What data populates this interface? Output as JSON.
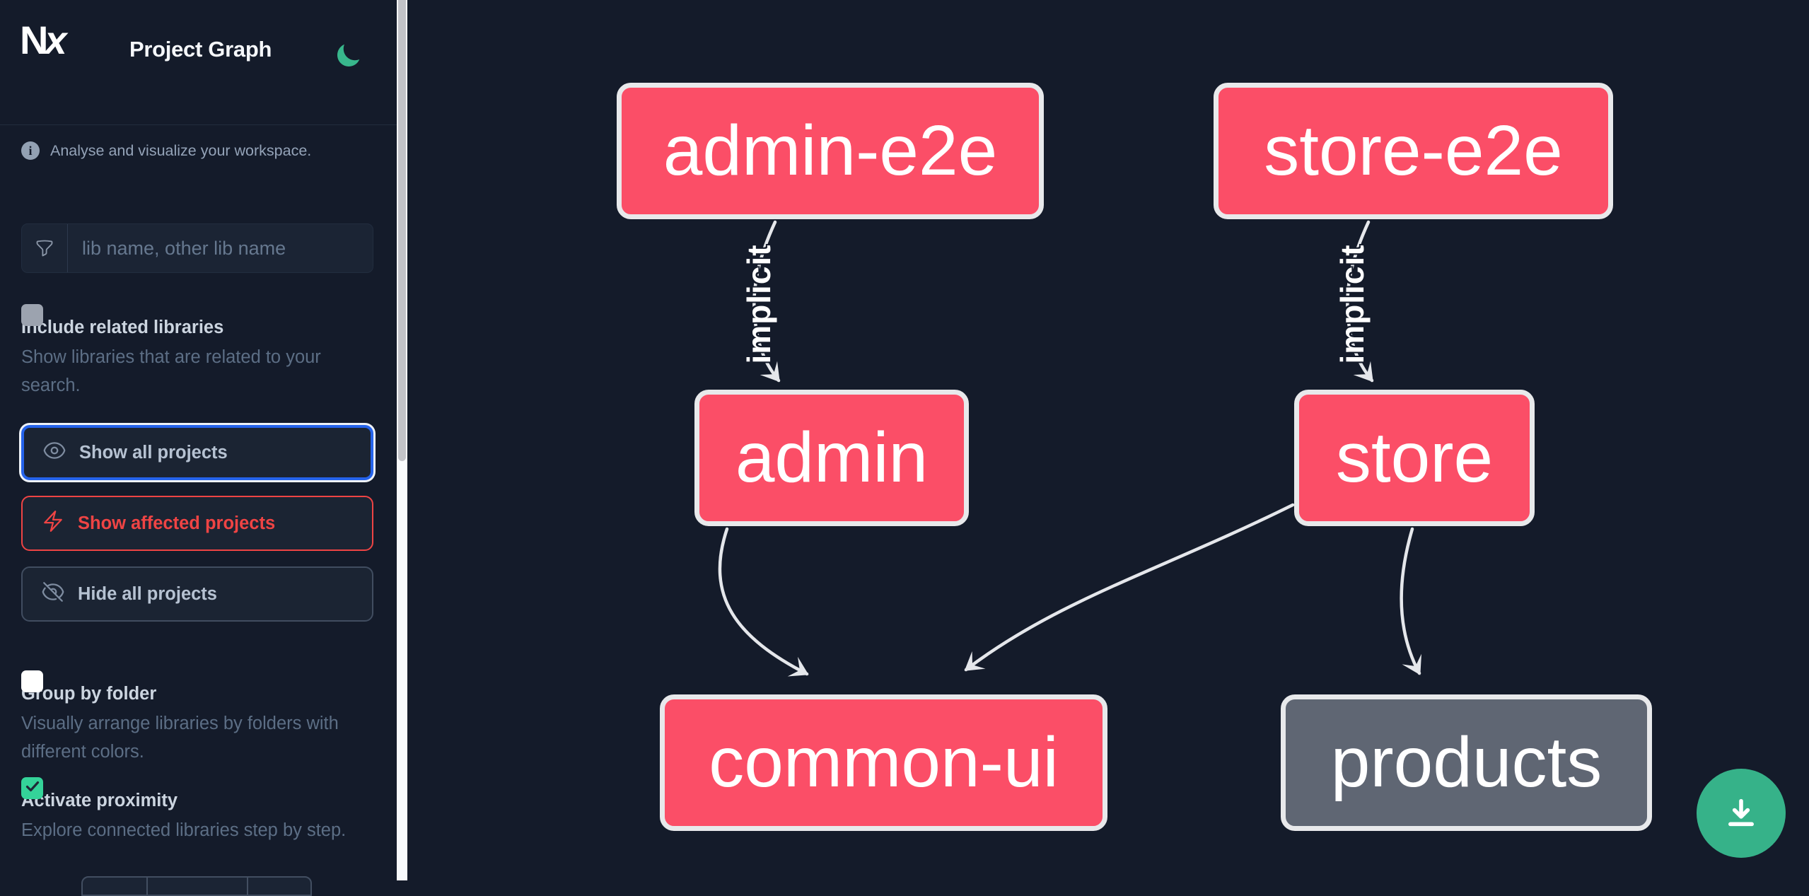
{
  "header": {
    "logo_text": "Nx",
    "title": "Project Graph"
  },
  "intro": {
    "text": "Analyse and visualize your workspace."
  },
  "search": {
    "placeholder": "lib name, other lib name",
    "value": ""
  },
  "options": {
    "include_related": {
      "label": "Include related libraries",
      "description": "Show libraries that are related to your search.",
      "checked": false
    },
    "group_by_folder": {
      "label": "Group by folder",
      "description": "Visually arrange libraries by folders with different colors.",
      "checked": false
    },
    "activate_proximity": {
      "label": "Activate proximity",
      "description": "Explore connected libraries step by step.",
      "checked": true
    }
  },
  "actions": {
    "show_all": "Show all projects",
    "show_affected": "Show affected projects",
    "hide_all": "Hide all projects"
  },
  "graph": {
    "nodes": [
      {
        "id": "admin-e2e",
        "label": "admin-e2e",
        "variant": "highlighted"
      },
      {
        "id": "store-e2e",
        "label": "store-e2e",
        "variant": "highlighted"
      },
      {
        "id": "admin",
        "label": "admin",
        "variant": "highlighted"
      },
      {
        "id": "store",
        "label": "store",
        "variant": "highlighted"
      },
      {
        "id": "common-ui",
        "label": "common-ui",
        "variant": "highlighted"
      },
      {
        "id": "products",
        "label": "products",
        "variant": "muted"
      }
    ],
    "edges": [
      {
        "from": "admin-e2e",
        "to": "admin",
        "label": "implicit"
      },
      {
        "from": "store-e2e",
        "to": "store",
        "label": "implicit"
      },
      {
        "from": "admin",
        "to": "common-ui",
        "label": ""
      },
      {
        "from": "store",
        "to": "common-ui",
        "label": ""
      },
      {
        "from": "store",
        "to": "products",
        "label": ""
      }
    ]
  },
  "colors": {
    "background": "#141b2a",
    "node_highlight": "#fb4e67",
    "node_muted": "#5f6673",
    "node_border": "#e8e9eb",
    "edge": "#e5e7eb",
    "fab_green": "#36b289",
    "moon_green": "#38b78c",
    "focus_blue": "#2563eb",
    "affected_red": "#ef4444",
    "check_green": "#34d399"
  }
}
